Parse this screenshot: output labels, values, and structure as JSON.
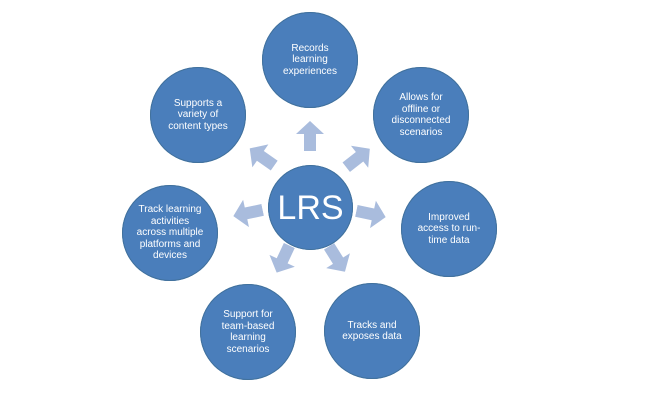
{
  "center": {
    "label": "LRS"
  },
  "nodes": [
    {
      "id": "records",
      "label": "Records learning experiences"
    },
    {
      "id": "offline",
      "label": "Allows for offline or disconnected scenarios"
    },
    {
      "id": "runtime",
      "label": "Improved access to run-time data"
    },
    {
      "id": "tracks",
      "label": "Tracks and exposes data"
    },
    {
      "id": "team",
      "label": "Support for team-based learning scenarios"
    },
    {
      "id": "platforms",
      "label": "Track learning activities across multiple platforms and devices"
    },
    {
      "id": "content",
      "label": "Supports a variety of content types"
    }
  ],
  "colors": {
    "circle_fill": "#4a7ebb",
    "circle_stroke": "#41719c",
    "arrow_fill": "#a9bcdd",
    "text": "#ffffff"
  }
}
